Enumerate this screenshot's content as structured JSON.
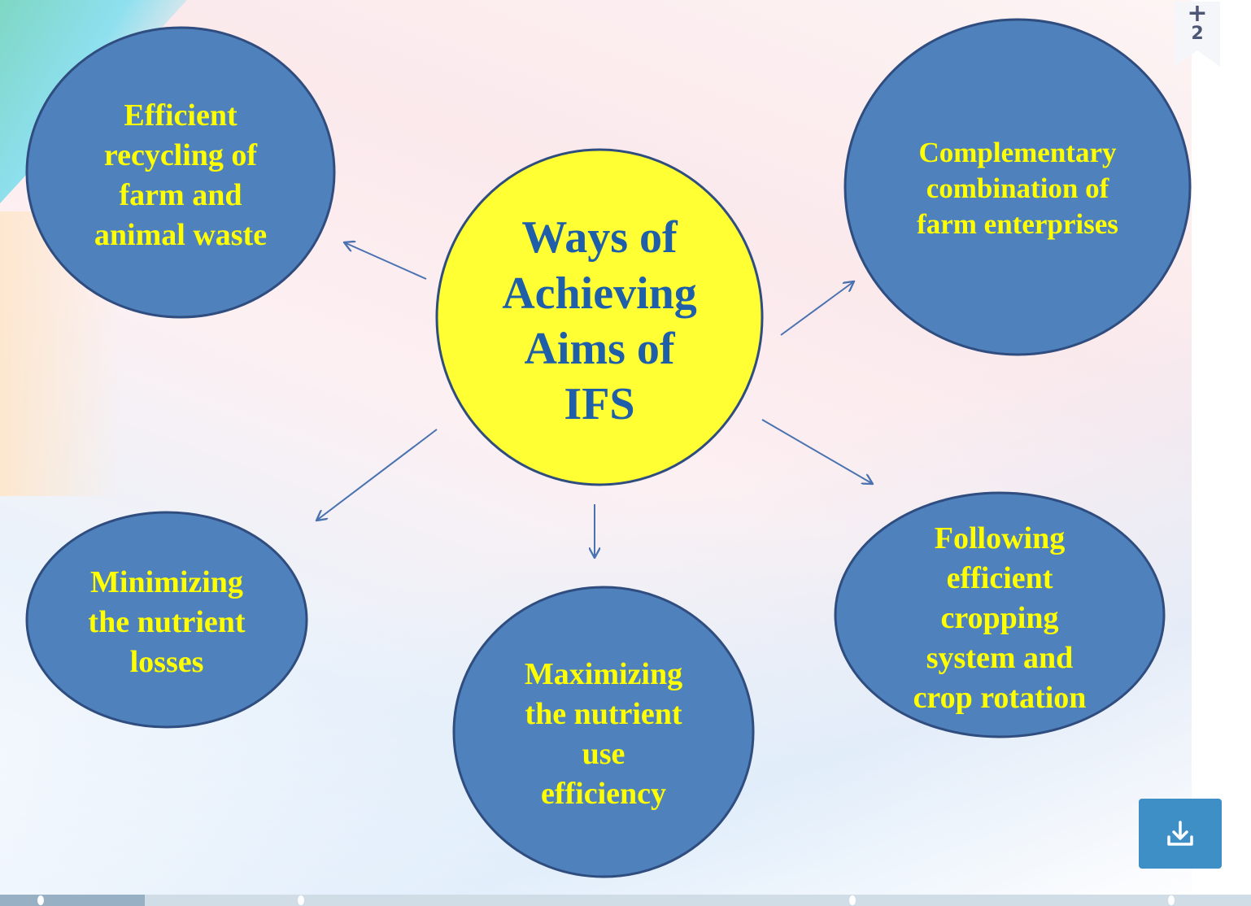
{
  "diagram": {
    "center": {
      "lines": [
        "Ways of",
        "Achieving",
        "Aims of",
        "IFS"
      ]
    },
    "nodes": [
      {
        "id": "recycling",
        "lines": [
          "Efficient",
          "recycling of",
          "farm and",
          "animal waste"
        ]
      },
      {
        "id": "complementary",
        "lines": [
          "Complementary",
          "combination of",
          "farm enterprises"
        ]
      },
      {
        "id": "minimizing",
        "lines": [
          "Minimizing",
          "the nutrient",
          "losses"
        ]
      },
      {
        "id": "maximizing",
        "lines": [
          "Maximizing",
          "the nutrient",
          "use",
          "efficiency"
        ]
      },
      {
        "id": "cropping",
        "lines": [
          "Following",
          "efficient",
          "cropping",
          "system and",
          "crop rotation"
        ]
      }
    ],
    "colors": {
      "bubble": "#4f81bd",
      "hub": "#ffff33",
      "bubble_text": "#ffff00",
      "hub_text": "#1f5ea8"
    }
  },
  "badge": {
    "icon": "plus-icon",
    "count": "2"
  },
  "download": {
    "icon": "download-icon"
  },
  "progress": {
    "fraction": 0.116
  }
}
